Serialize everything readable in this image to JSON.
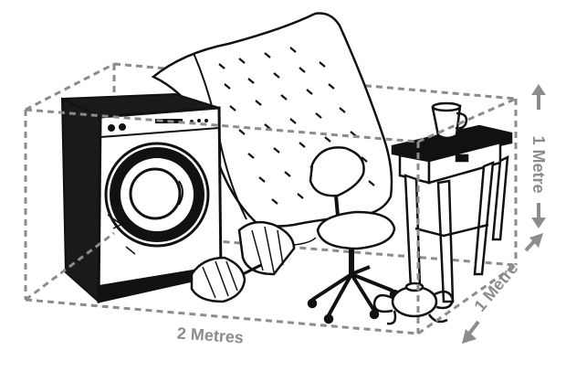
{
  "dimensions": {
    "length_label": "2 Metres",
    "height_label": "1 Metre",
    "depth_label": "1 Metre"
  },
  "items": [
    "washing-machine",
    "mattress",
    "lamp",
    "office-chair",
    "side-table",
    "mug",
    "teapot"
  ],
  "colors": {
    "outline": "#111111",
    "dimension": "#8c8c8c",
    "background": "#ffffff"
  }
}
